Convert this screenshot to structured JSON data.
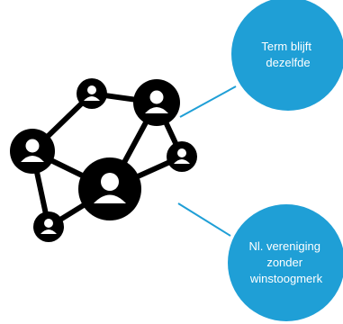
{
  "network": {
    "icon_name": "people-network-icon",
    "node_color": "#000000",
    "glyph_color": "#ffffff"
  },
  "callouts": [
    {
      "lines": [
        "Term blijft",
        "dezelfde"
      ],
      "color": "#1f9fd6",
      "connector_color": "#1f9fd6"
    },
    {
      "lines": [
        "Nl. vereniging",
        "zonder",
        "winstoogmerk"
      ],
      "color": "#1f9fd6",
      "connector_color": "#1f9fd6"
    }
  ]
}
